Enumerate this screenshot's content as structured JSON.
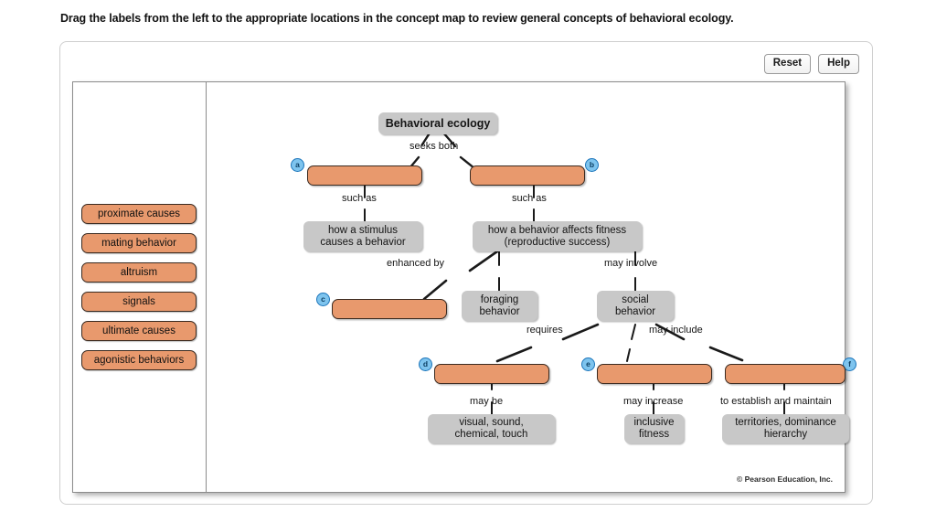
{
  "instruction": "Drag the labels from the left to the appropriate locations in the concept map to review general concepts of behavioral ecology.",
  "toolbar": {
    "reset_label": "Reset",
    "help_label": "Help"
  },
  "label_bank": {
    "items": [
      {
        "id": "proximate-causes",
        "label": "proximate causes"
      },
      {
        "id": "mating-behavior",
        "label": "mating behavior"
      },
      {
        "id": "altruism",
        "label": "altruism"
      },
      {
        "id": "signals",
        "label": "signals"
      },
      {
        "id": "ultimate-causes",
        "label": "ultimate causes"
      },
      {
        "id": "agonistic-behaviors",
        "label": "agonistic behaviors"
      }
    ]
  },
  "concept_map": {
    "root": {
      "label": "Behavioral ecology"
    },
    "fixed_nodes": [
      {
        "id": "how-stimulus",
        "label": "how a stimulus\ncauses a behavior"
      },
      {
        "id": "how-behavior-fitness",
        "label": "how a behavior affects fitness\n(reproductive success)"
      },
      {
        "id": "foraging-behavior",
        "label": "foraging\nbehavior"
      },
      {
        "id": "social-behavior",
        "label": "social\nbehavior"
      },
      {
        "id": "visual-sound",
        "label": "visual, sound,\nchemical, touch"
      },
      {
        "id": "inclusive-fitness",
        "label": "inclusive\nfitness"
      },
      {
        "id": "territories",
        "label": "territories, dominance\nhierarchy"
      }
    ],
    "drop_targets": [
      {
        "id": "a",
        "badge": "a",
        "value": ""
      },
      {
        "id": "b",
        "badge": "b",
        "value": ""
      },
      {
        "id": "c",
        "badge": "c",
        "value": ""
      },
      {
        "id": "d",
        "badge": "d",
        "value": ""
      },
      {
        "id": "e",
        "badge": "e",
        "value": ""
      },
      {
        "id": "f",
        "badge": "f",
        "value": ""
      }
    ],
    "edge_labels": [
      {
        "id": "seeks-both",
        "label": "seeks both"
      },
      {
        "id": "such-as-left",
        "label": "such as"
      },
      {
        "id": "such-as-right",
        "label": "such as"
      },
      {
        "id": "enhanced-by",
        "label": "enhanced by"
      },
      {
        "id": "may-involve",
        "label": "may involve"
      },
      {
        "id": "requires",
        "label": "requires"
      },
      {
        "id": "may-include",
        "label": "may include"
      },
      {
        "id": "may-be",
        "label": "may be"
      },
      {
        "id": "may-increase",
        "label": "may increase"
      },
      {
        "id": "to-establish",
        "label": "to establish and maintain"
      }
    ]
  },
  "copyright": "© Pearson Education, Inc.",
  "colors": {
    "drop_fill": "#e8996d",
    "drop_border": "#3a2a20",
    "node_fill": "#c8c8c8",
    "badge_fill": "#7ec4ee",
    "badge_border": "#1b75bb"
  }
}
